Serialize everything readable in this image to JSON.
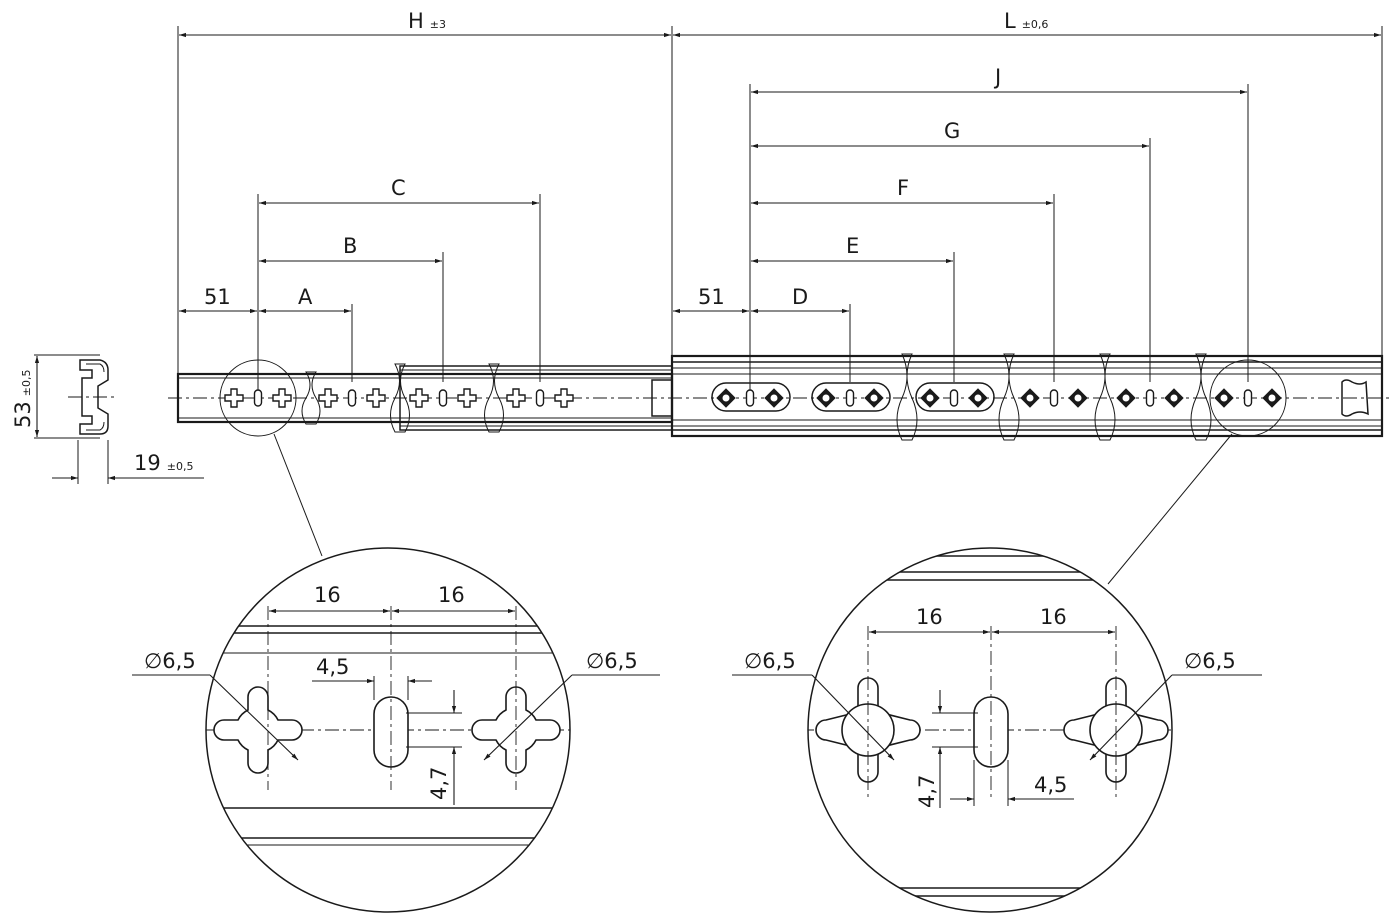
{
  "drawing": {
    "dimensions": {
      "H": {
        "label": "H",
        "tol": "±3"
      },
      "L": {
        "label": "L",
        "tol": "±0,6"
      },
      "J": {
        "label": "J"
      },
      "G": {
        "label": "G"
      },
      "C": {
        "label": "C"
      },
      "F": {
        "label": "F"
      },
      "B": {
        "label": "B"
      },
      "E": {
        "label": "E"
      },
      "A": {
        "label": "A"
      },
      "D": {
        "label": "D"
      },
      "offset_left": {
        "label": "51"
      },
      "offset_right": {
        "label": "51"
      }
    },
    "section": {
      "height": {
        "label": "53",
        "tol": "±0,5"
      },
      "width": {
        "label": "19",
        "tol": "±0,5"
      }
    },
    "detail_left": {
      "pitch_1": "16",
      "pitch_2": "16",
      "hole_dia_left": "∅6,5",
      "hole_dia_right": "∅6,5",
      "slot_width": "4,5",
      "slot_height": "4,7"
    },
    "detail_right": {
      "pitch_1": "16",
      "pitch_2": "16",
      "hole_dia_left": "∅6,5",
      "hole_dia_right": "∅6,5",
      "slot_width": "4,5",
      "slot_height": "4,7"
    }
  }
}
